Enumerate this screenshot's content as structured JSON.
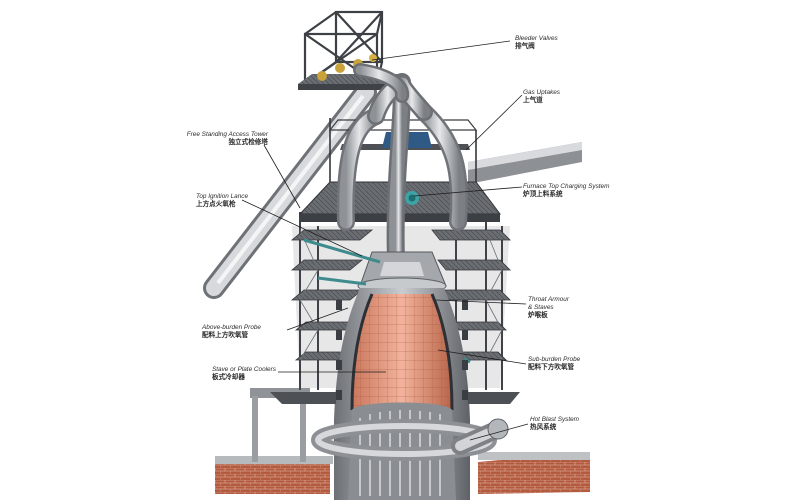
{
  "labels": {
    "bleeder_valves": {
      "en": "Bleeder Valves",
      "zh": "排气阀"
    },
    "gas_uptakes": {
      "en": "Gas Uptakes",
      "zh": "上气道"
    },
    "access_tower": {
      "en": "Free Standing Access Tower",
      "zh": "独立式检修塔"
    },
    "charging_system": {
      "en": "Furnace Top Charging System",
      "zh": "炉顶上料系统"
    },
    "ignition_lance": {
      "en": "Top Ignition Lance",
      "zh": "上方点火氧枪"
    },
    "throat_armour_1": {
      "en": "Throat Armour"
    },
    "throat_armour_2": {
      "en": "& Staves",
      "zh": "炉喉板"
    },
    "above_burden_probe": {
      "en": "Above-burden Probe",
      "zh": "配料上方吹氧管"
    },
    "sub_burden_probe": {
      "en": "Sub-burden Probe",
      "zh": "配料下方吹氧管"
    },
    "plate_coolers": {
      "en": "Stave or Plate Coolers",
      "zh": "板式冷却器"
    },
    "hot_blast": {
      "en": "Hot Blast System",
      "zh": "热风系统"
    }
  },
  "colors": {
    "steel": "#b9bcbf",
    "frame": "#4a4d52",
    "refractory": "#e79f86",
    "brick": "#b45a3e",
    "leader": "#1e1e1e"
  }
}
